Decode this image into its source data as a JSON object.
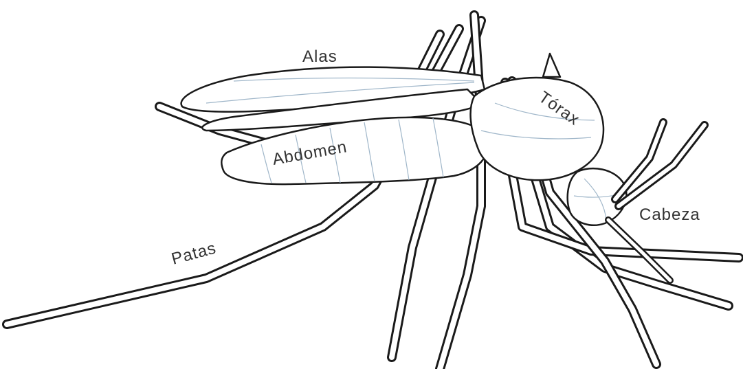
{
  "diagram": {
    "labels": {
      "wings": "Alas",
      "thorax": "Tórax",
      "abdomen": "Abdomen",
      "head": "Cabeza",
      "legs": "Patas"
    },
    "colors": {
      "outline": "#1a1a1a",
      "label_text": "#333333",
      "segment_lines": "#9fb6c9",
      "background": "#ffffff"
    }
  }
}
